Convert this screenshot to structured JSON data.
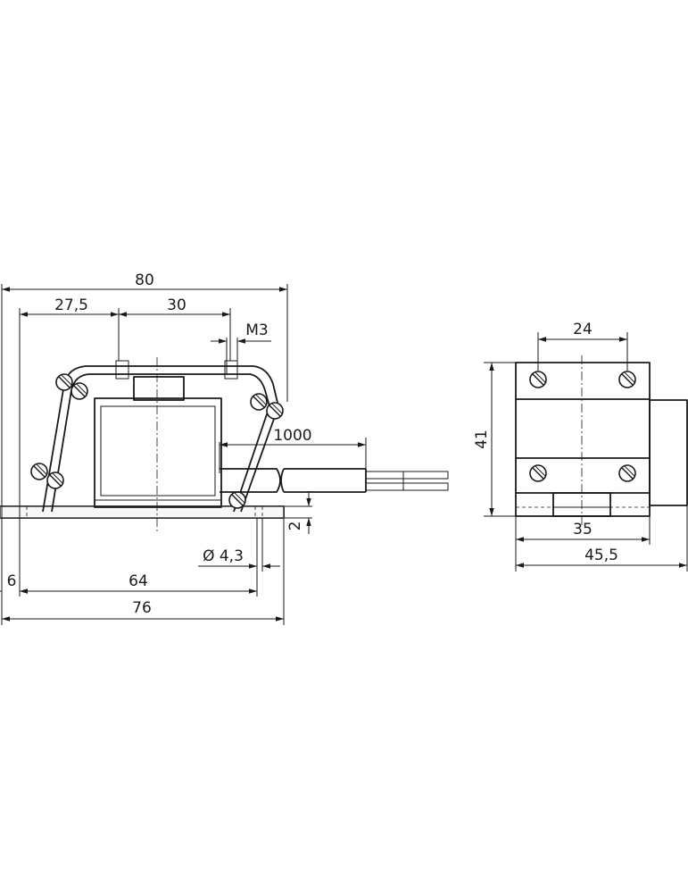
{
  "front_view": {
    "dims": {
      "overall_width": "80",
      "hole_offset": "27,5",
      "hole_pitch": "30",
      "thread": "M3",
      "cable_length": "1000",
      "base_thickness": "2",
      "hole_diameter": "Ø 4,3",
      "edge_offset": "6",
      "mount_pitch": "64",
      "base_length": "76"
    }
  },
  "side_view": {
    "dims": {
      "screw_pitch": "24",
      "height": "41",
      "body_width": "35",
      "overall_depth": "45,5"
    }
  }
}
